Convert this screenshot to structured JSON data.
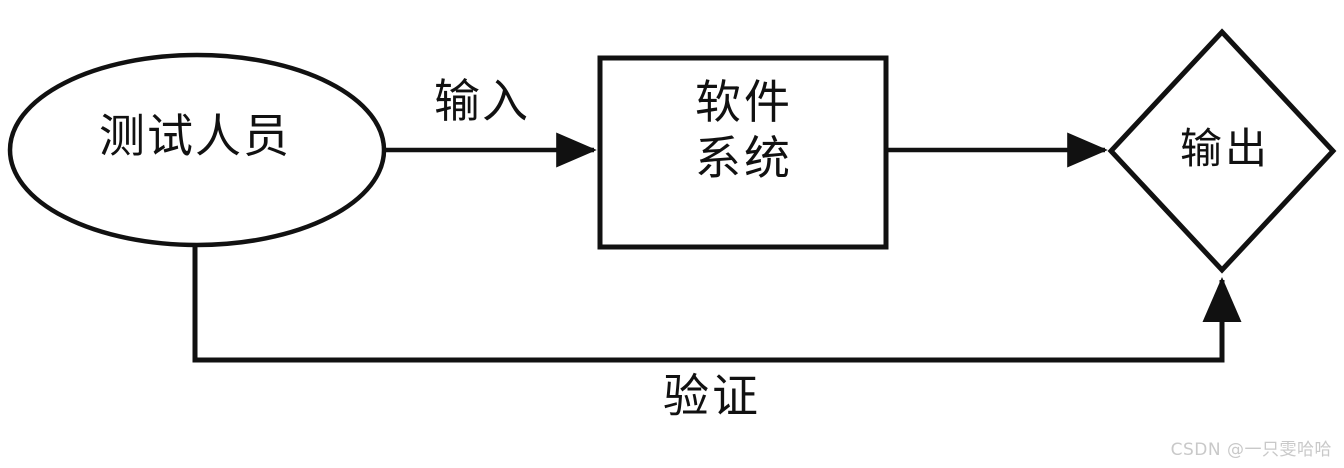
{
  "diagram": {
    "title_text_language": "zh",
    "background_color": "#ffffff",
    "stroke_color": "#111111",
    "nodes": {
      "actor": {
        "shape": "ellipse",
        "label": "测试人员"
      },
      "process": {
        "shape": "rectangle",
        "label_line1": "软件",
        "label_line2": "系统"
      },
      "result": {
        "shape": "diamond",
        "label": "输出"
      }
    },
    "edges": {
      "actor_to_process": {
        "label": "输入",
        "direction": "right"
      },
      "process_to_result": {
        "label": "",
        "direction": "right"
      },
      "result_to_actor": {
        "label": "验证",
        "direction": "up-left-feedback"
      }
    }
  },
  "watermark": {
    "text": "CSDN @一只雯哈哈",
    "color": "#c9c9c9"
  }
}
